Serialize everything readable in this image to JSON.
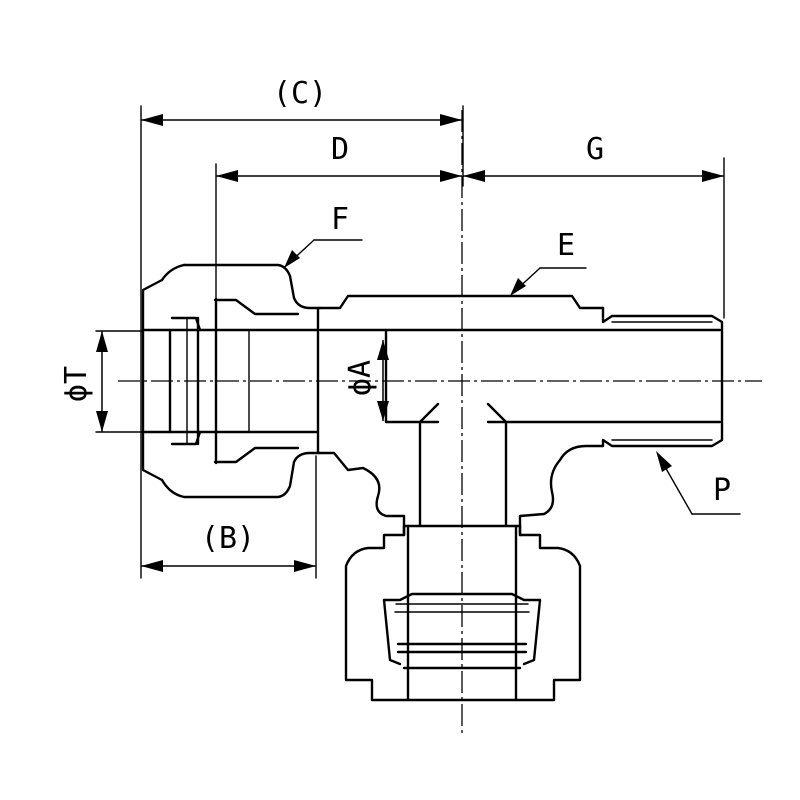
{
  "labels": {
    "C": "(C)",
    "D": "D",
    "G": "G",
    "F": "F",
    "E": "E",
    "B": "(B)",
    "P": "P",
    "T": "ϕT",
    "A": "ϕA"
  }
}
